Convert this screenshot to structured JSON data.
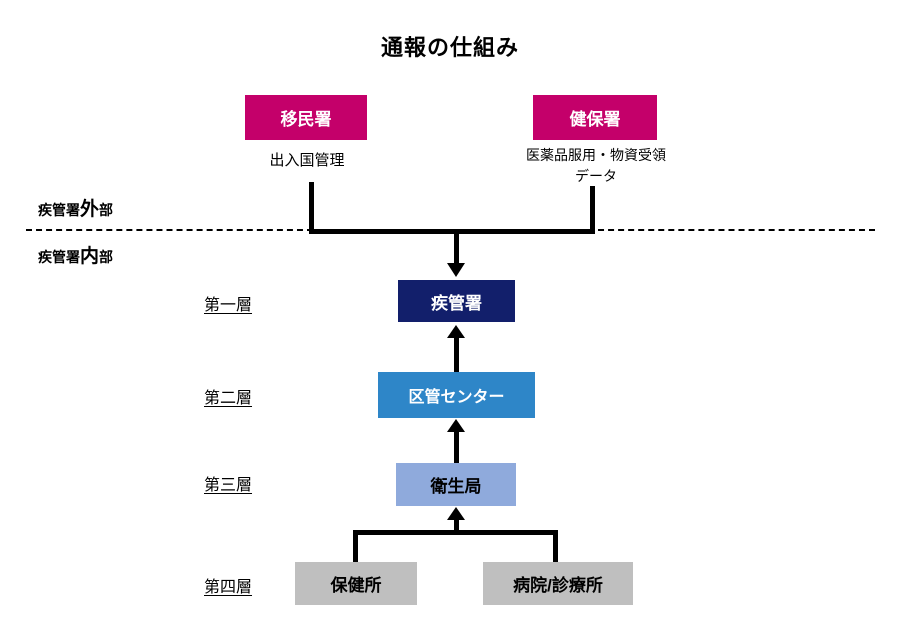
{
  "title": "通報の仕組み",
  "regions": {
    "external": {
      "prefix": "疾管署",
      "emph": "外",
      "suffix": "部"
    },
    "internal": {
      "prefix": "疾管署",
      "emph": "内",
      "suffix": "部"
    }
  },
  "layers": [
    {
      "label": "第一層"
    },
    {
      "label": "第二層"
    },
    {
      "label": "第三層"
    },
    {
      "label": "第四層"
    }
  ],
  "nodes": {
    "immigration": {
      "label": "移民署",
      "caption": "出入国管理"
    },
    "health_insurance": {
      "label": "健保署",
      "caption_line1": "医薬品服用・物資受領",
      "caption_line2": "データ"
    },
    "cdc": {
      "label": "疾管署"
    },
    "district_center": {
      "label": "区管センター"
    },
    "health_bureau": {
      "label": "衛生局"
    },
    "health_station": {
      "label": "保健所"
    },
    "hospital_clinic": {
      "label": "病院/診療所"
    }
  },
  "edges": [
    {
      "from": "immigration",
      "to": "cdc",
      "direction": "down"
    },
    {
      "from": "health_insurance",
      "to": "cdc",
      "direction": "down"
    },
    {
      "from": "district_center",
      "to": "cdc",
      "direction": "up"
    },
    {
      "from": "health_bureau",
      "to": "district_center",
      "direction": "up"
    },
    {
      "from": "health_station",
      "to": "health_bureau",
      "direction": "up"
    },
    {
      "from": "hospital_clinic",
      "to": "health_bureau",
      "direction": "up"
    }
  ],
  "colors": {
    "magenta": "#C4006A",
    "navy": "#121F6B",
    "blue": "#2E86C8",
    "light_blue": "#8FAADC",
    "gray": "#BFBFBF",
    "line": "#000000"
  }
}
